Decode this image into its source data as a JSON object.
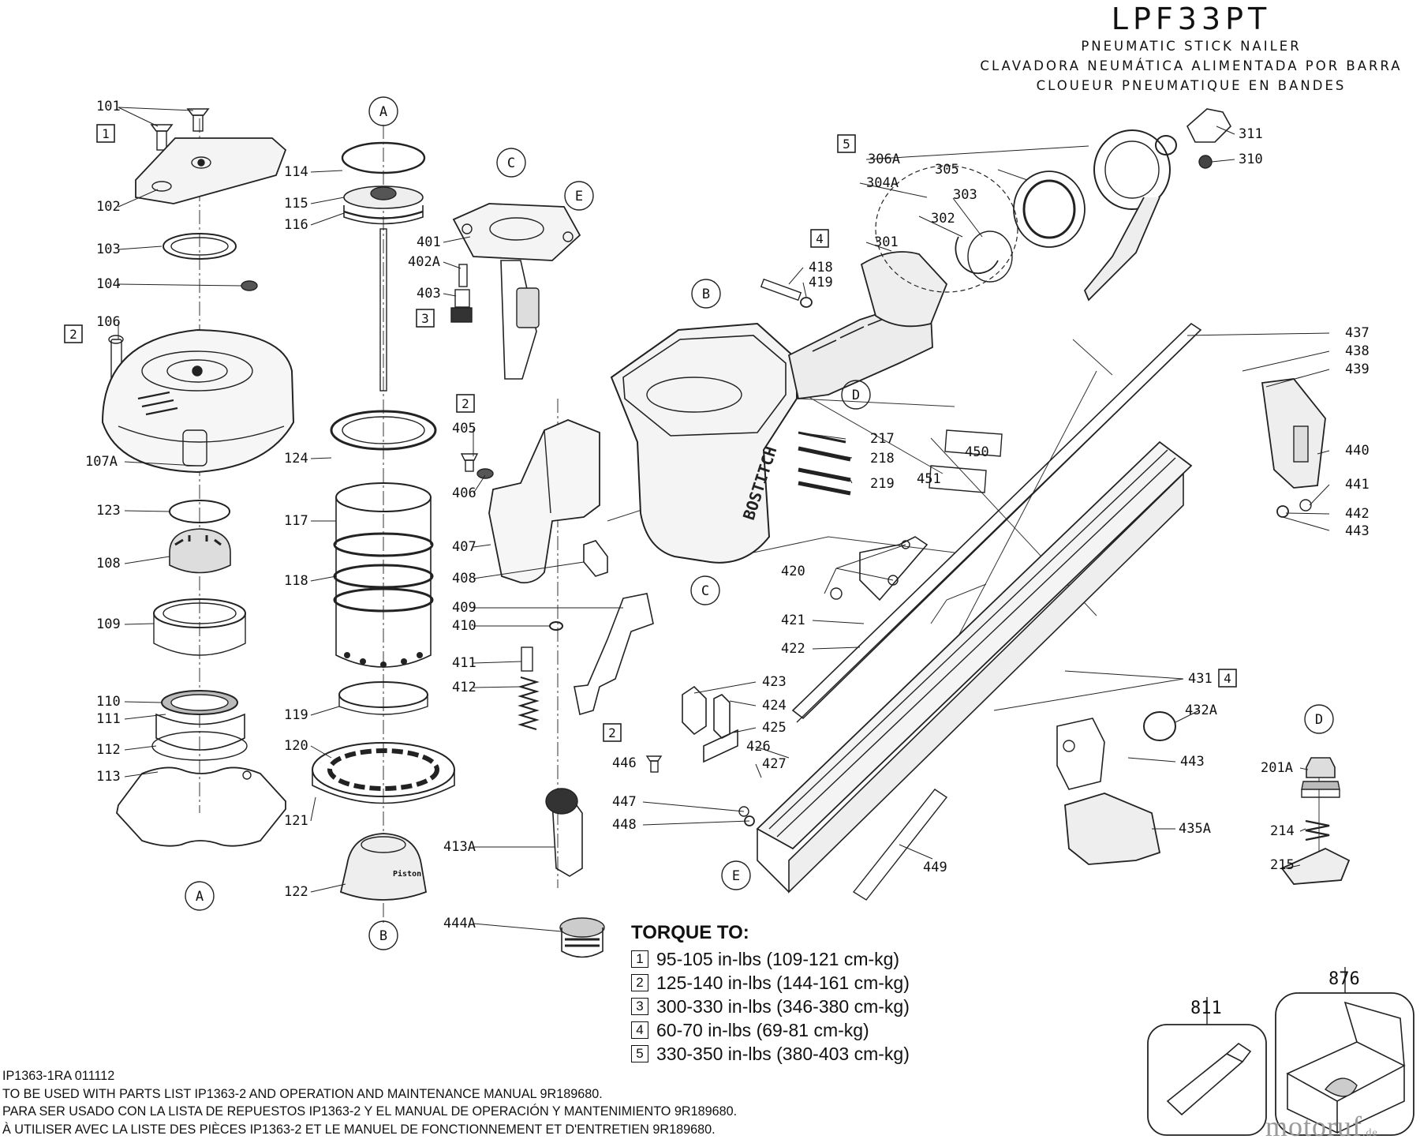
{
  "header": {
    "model": "LPF33PT",
    "title_en": "PNEUMATIC STICK NAILER",
    "title_es": "CLAVADORA NEUMÁTICA ALIMENTADA POR BARRA",
    "title_fr": "CLOUEUR PNEUMATIQUE EN BANDES"
  },
  "callouts": {
    "c101": "101",
    "c102": "102",
    "c103": "103",
    "c104": "104",
    "c106": "106",
    "c107a": "107A",
    "c108": "108",
    "c109": "109",
    "c110": "110",
    "c111": "111",
    "c112": "112",
    "c113": "113",
    "c114": "114",
    "c115": "115",
    "c116": "116",
    "c117": "117",
    "c118": "118",
    "c119": "119",
    "c120": "120",
    "c121": "121",
    "c122": "122",
    "c123": "123",
    "c124": "124",
    "c201a": "201A",
    "c214": "214",
    "c215": "215",
    "c217": "217",
    "c218": "218",
    "c219": "219",
    "c301": "301",
    "c302": "302",
    "c303": "303",
    "c304a": "304A",
    "c305": "305",
    "c306a": "306A",
    "c310": "310",
    "c311": "311",
    "c401": "401",
    "c402a": "402A",
    "c403": "403",
    "c405": "405",
    "c406": "406",
    "c407": "407",
    "c408": "408",
    "c409": "409",
    "c410": "410",
    "c411": "411",
    "c412": "412",
    "c413a": "413A",
    "c418": "418",
    "c419": "419",
    "c420": "420",
    "c421": "421",
    "c422": "422",
    "c423": "423",
    "c424": "424",
    "c425": "425",
    "c426": "426",
    "c427": "427",
    "c431": "431",
    "c432a": "432A",
    "c435a": "435A",
    "c437": "437",
    "c438": "438",
    "c439": "439",
    "c440": "440",
    "c441": "441",
    "c442": "442",
    "c443a": "443",
    "c443b": "443",
    "c444a": "444A",
    "c446": "446",
    "c447": "447",
    "c448": "448",
    "c449": "449",
    "c450": "450",
    "c451": "451",
    "c811": "811",
    "c876": "876"
  },
  "letters": {
    "a": "A",
    "b": "B",
    "c": "C",
    "d": "D",
    "e": "E"
  },
  "boxes": {
    "b1": "1",
    "b2": "2",
    "b3": "3",
    "b4": "4",
    "b5": "5"
  },
  "torque": {
    "title": "TORQUE TO:",
    "rows": [
      {
        "num": "1",
        "text": "95-105 in-lbs (109-121 cm-kg)"
      },
      {
        "num": "2",
        "text": "125-140 in-lbs (144-161 cm-kg)"
      },
      {
        "num": "3",
        "text": "300-330 in-lbs (346-380 cm-kg)"
      },
      {
        "num": "4",
        "text": "60-70 in-lbs (69-81 cm-kg)"
      },
      {
        "num": "5",
        "text": "330-350 in-lbs (380-403 cm-kg)"
      }
    ]
  },
  "part_markings": {
    "brand": "BOSTITCH",
    "piston": "Piston"
  },
  "footer": {
    "doc_id": "IP1363-1RA 011112",
    "note_en": "TO BE USED WITH PARTS LIST IP1363-2 AND OPERATION AND MAINTENANCE MANUAL 9R189680.",
    "note_es": "PARA SER USADO CON LA LISTA DE REPUESTOS IP1363-2 Y EL MANUAL DE OPERACIÓN Y MANTENIMIENTO 9R189680.",
    "note_fr": "À UTILISER AVEC LA LISTE DES PIÈCES IP1363-2 ET LE MANUEL DE FONCTIONNEMENT ET D'ENTRETIEN 9R189680."
  },
  "watermark": {
    "name": "motoruf",
    "tld": ".de"
  }
}
